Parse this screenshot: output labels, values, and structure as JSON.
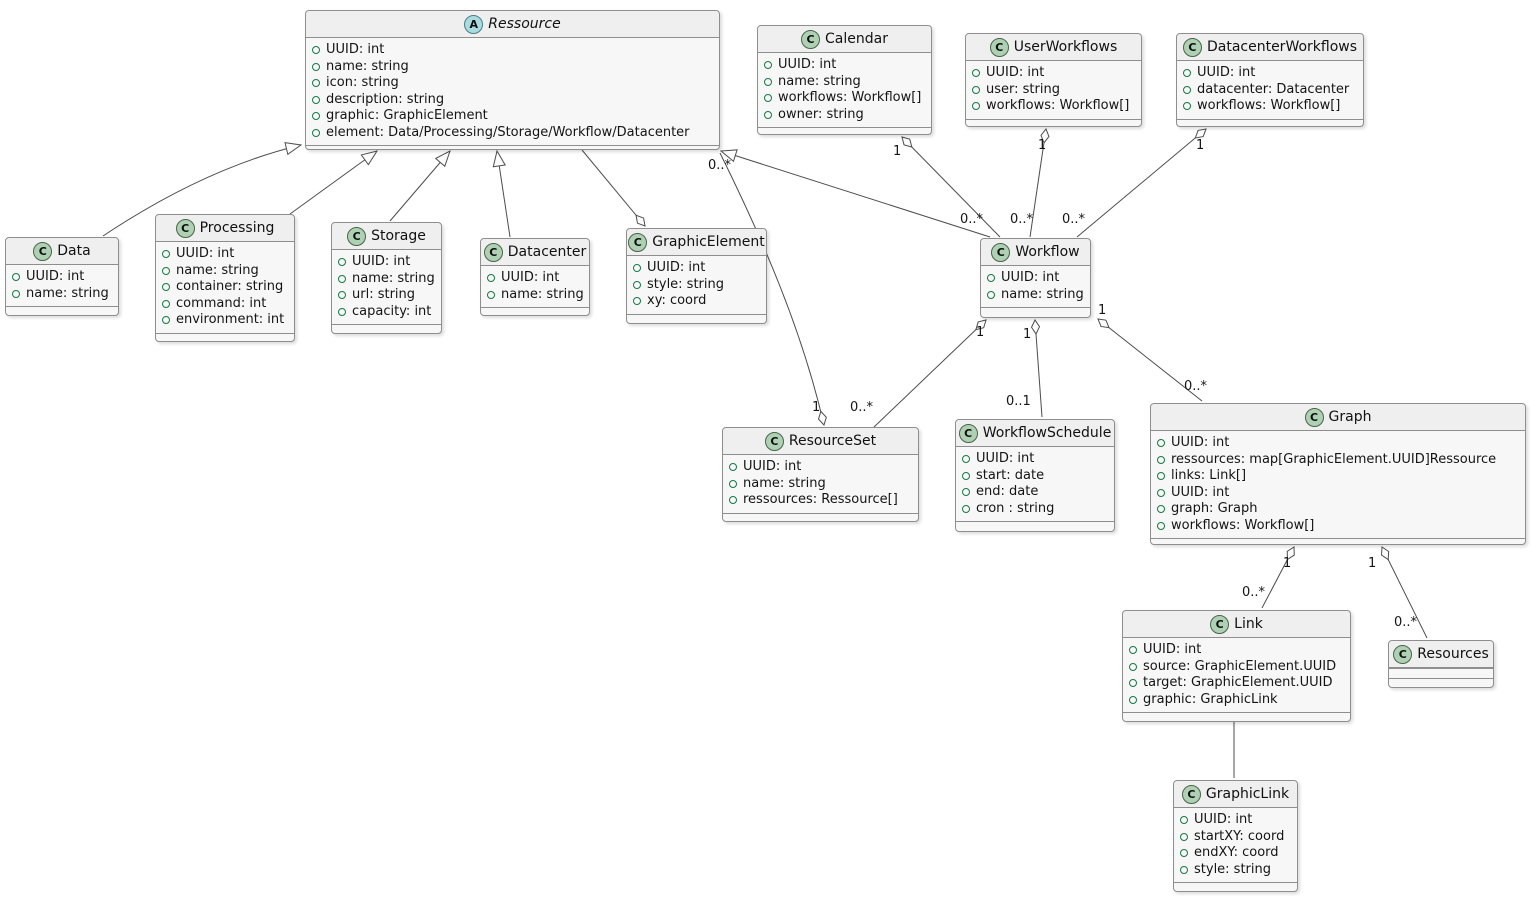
{
  "classes": {
    "ressource": {
      "name": "Ressource",
      "icon": "A",
      "attributes": [
        "UUID: int",
        "name: string",
        "icon: string",
        "description: string",
        "graphic: GraphicElement",
        "element: Data/Processing/Storage/Workflow/Datacenter"
      ]
    },
    "calendar": {
      "name": "Calendar",
      "icon": "C",
      "attributes": [
        "UUID: int",
        "name: string",
        "workflows: Workflow[]",
        "owner: string"
      ]
    },
    "user_workflows": {
      "name": "UserWorkflows",
      "icon": "C",
      "attributes": [
        "UUID: int",
        "user: string",
        "workflows: Workflow[]"
      ]
    },
    "datacenter_workflows": {
      "name": "DatacenterWorkflows",
      "icon": "C",
      "attributes": [
        "UUID: int",
        "datacenter: Datacenter",
        "workflows: Workflow[]"
      ]
    },
    "data": {
      "name": "Data",
      "icon": "C",
      "attributes": [
        "UUID: int",
        "name: string"
      ]
    },
    "processing": {
      "name": "Processing",
      "icon": "C",
      "attributes": [
        "UUID: int",
        "name: string",
        "container: string",
        "command: int",
        "environment: int"
      ]
    },
    "storage": {
      "name": "Storage",
      "icon": "C",
      "attributes": [
        "UUID: int",
        "name: string",
        "url: string",
        "capacity: int"
      ]
    },
    "datacenter": {
      "name": "Datacenter",
      "icon": "C",
      "attributes": [
        "UUID: int",
        "name: string"
      ]
    },
    "graphic_element": {
      "name": "GraphicElement",
      "icon": "C",
      "attributes": [
        "UUID: int",
        "style: string",
        "xy: coord"
      ]
    },
    "workflow": {
      "name": "Workflow",
      "icon": "C",
      "attributes": [
        "UUID: int",
        "name: string"
      ]
    },
    "resource_set": {
      "name": "ResourceSet",
      "icon": "C",
      "attributes": [
        "UUID: int",
        "name: string",
        "ressources: Ressource[]"
      ]
    },
    "workflow_schedule": {
      "name": "WorkflowSchedule",
      "icon": "C",
      "attributes": [
        "UUID: int",
        "start: date",
        "end: date",
        "cron : string"
      ]
    },
    "graph": {
      "name": "Graph",
      "icon": "C",
      "attributes": [
        "UUID: int",
        "ressources: map[GraphicElement.UUID]Ressource",
        "links: Link[]",
        "UUID: int",
        "graph: Graph",
        "workflows: Workflow[]"
      ]
    },
    "link": {
      "name": "Link",
      "icon": "C",
      "attributes": [
        "UUID: int",
        "source: GraphicElement.UUID",
        "target: GraphicElement.UUID",
        "graphic: GraphicLink"
      ]
    },
    "resources": {
      "name": "Resources",
      "icon": "C",
      "attributes": []
    },
    "graphic_link": {
      "name": "GraphicLink",
      "icon": "C",
      "attributes": [
        "UUID: int",
        "startXY: coord",
        "endXY: coord",
        "style: string"
      ]
    }
  },
  "labels": {
    "calendar_workflow_one": "1",
    "calendar_workflow_many": "0..*",
    "user_workflow_one": "1",
    "user_workflow_many": "0..*",
    "dc_workflow_one": "1",
    "dc_workflow_many": "0..*",
    "resourceset_ressource_one": "1",
    "resourceset_ressource_many": "0..*",
    "workflow_resourceset_one": "1",
    "workflow_resourceset_many": "0..*",
    "workflow_schedule_one": "1",
    "workflow_schedule_many": "0..1",
    "workflow_graph_one": "1",
    "workflow_graph_many": "0..*",
    "graph_link_one": "1",
    "graph_link_many": "0..*",
    "graph_resources_one": "1",
    "graph_resources_many": "0..*"
  },
  "colors": {
    "class_icon_bg": "#ADD1B2",
    "abstract_icon_bg": "#A9DCDF",
    "box_header_bg": "#EFEFEF",
    "box_body_bg": "#F7F7F7",
    "box_border": "#8E8E8E",
    "line": "#4D4D4D",
    "field_dot_border": "#157A45"
  }
}
